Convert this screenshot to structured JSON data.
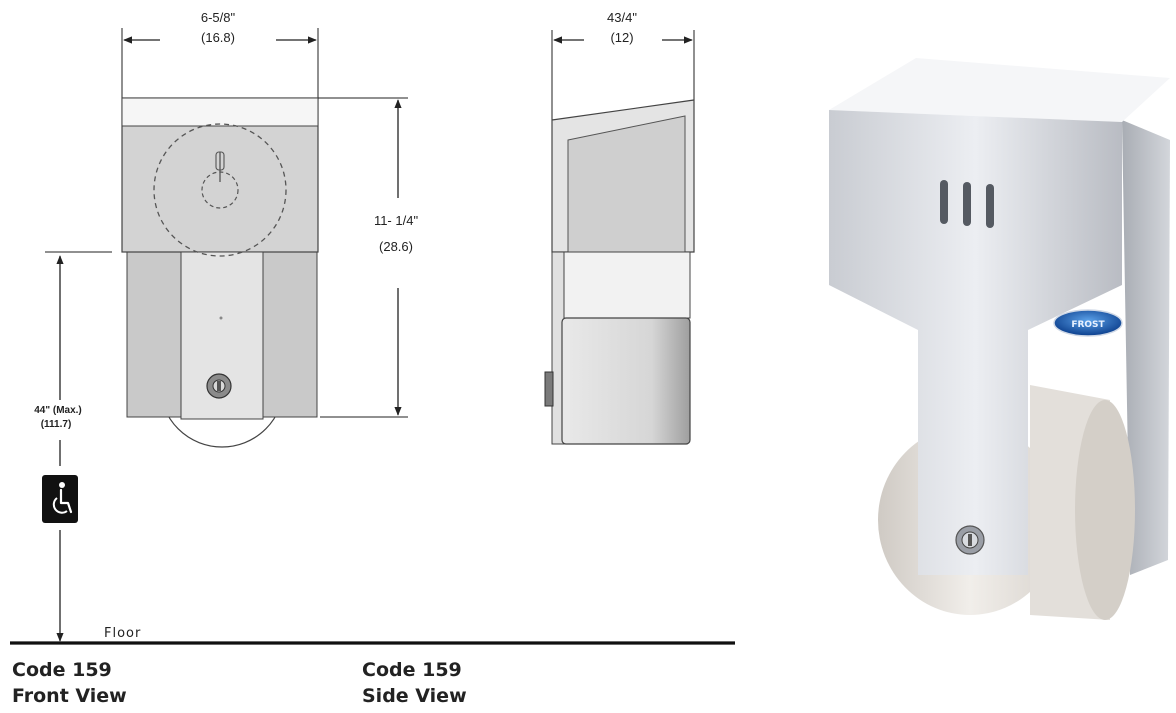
{
  "front_view": {
    "width_label": "6-5/8\"",
    "width_metric": "(16.8)",
    "height_label": "11- 1/4\"",
    "height_metric": "(28.6)",
    "mount_label": "44\" (Max.)",
    "mount_metric": "(111.7)",
    "floor_label": "Floor",
    "code": "Code 159",
    "view": "Front View"
  },
  "side_view": {
    "depth_label": "43/4\"",
    "depth_metric": "(12)",
    "code": "Code 159",
    "view": "Side View"
  },
  "product_photo": {
    "badge_text": "FROST"
  },
  "icons": [
    "wheelchair-accessibility-icon"
  ]
}
